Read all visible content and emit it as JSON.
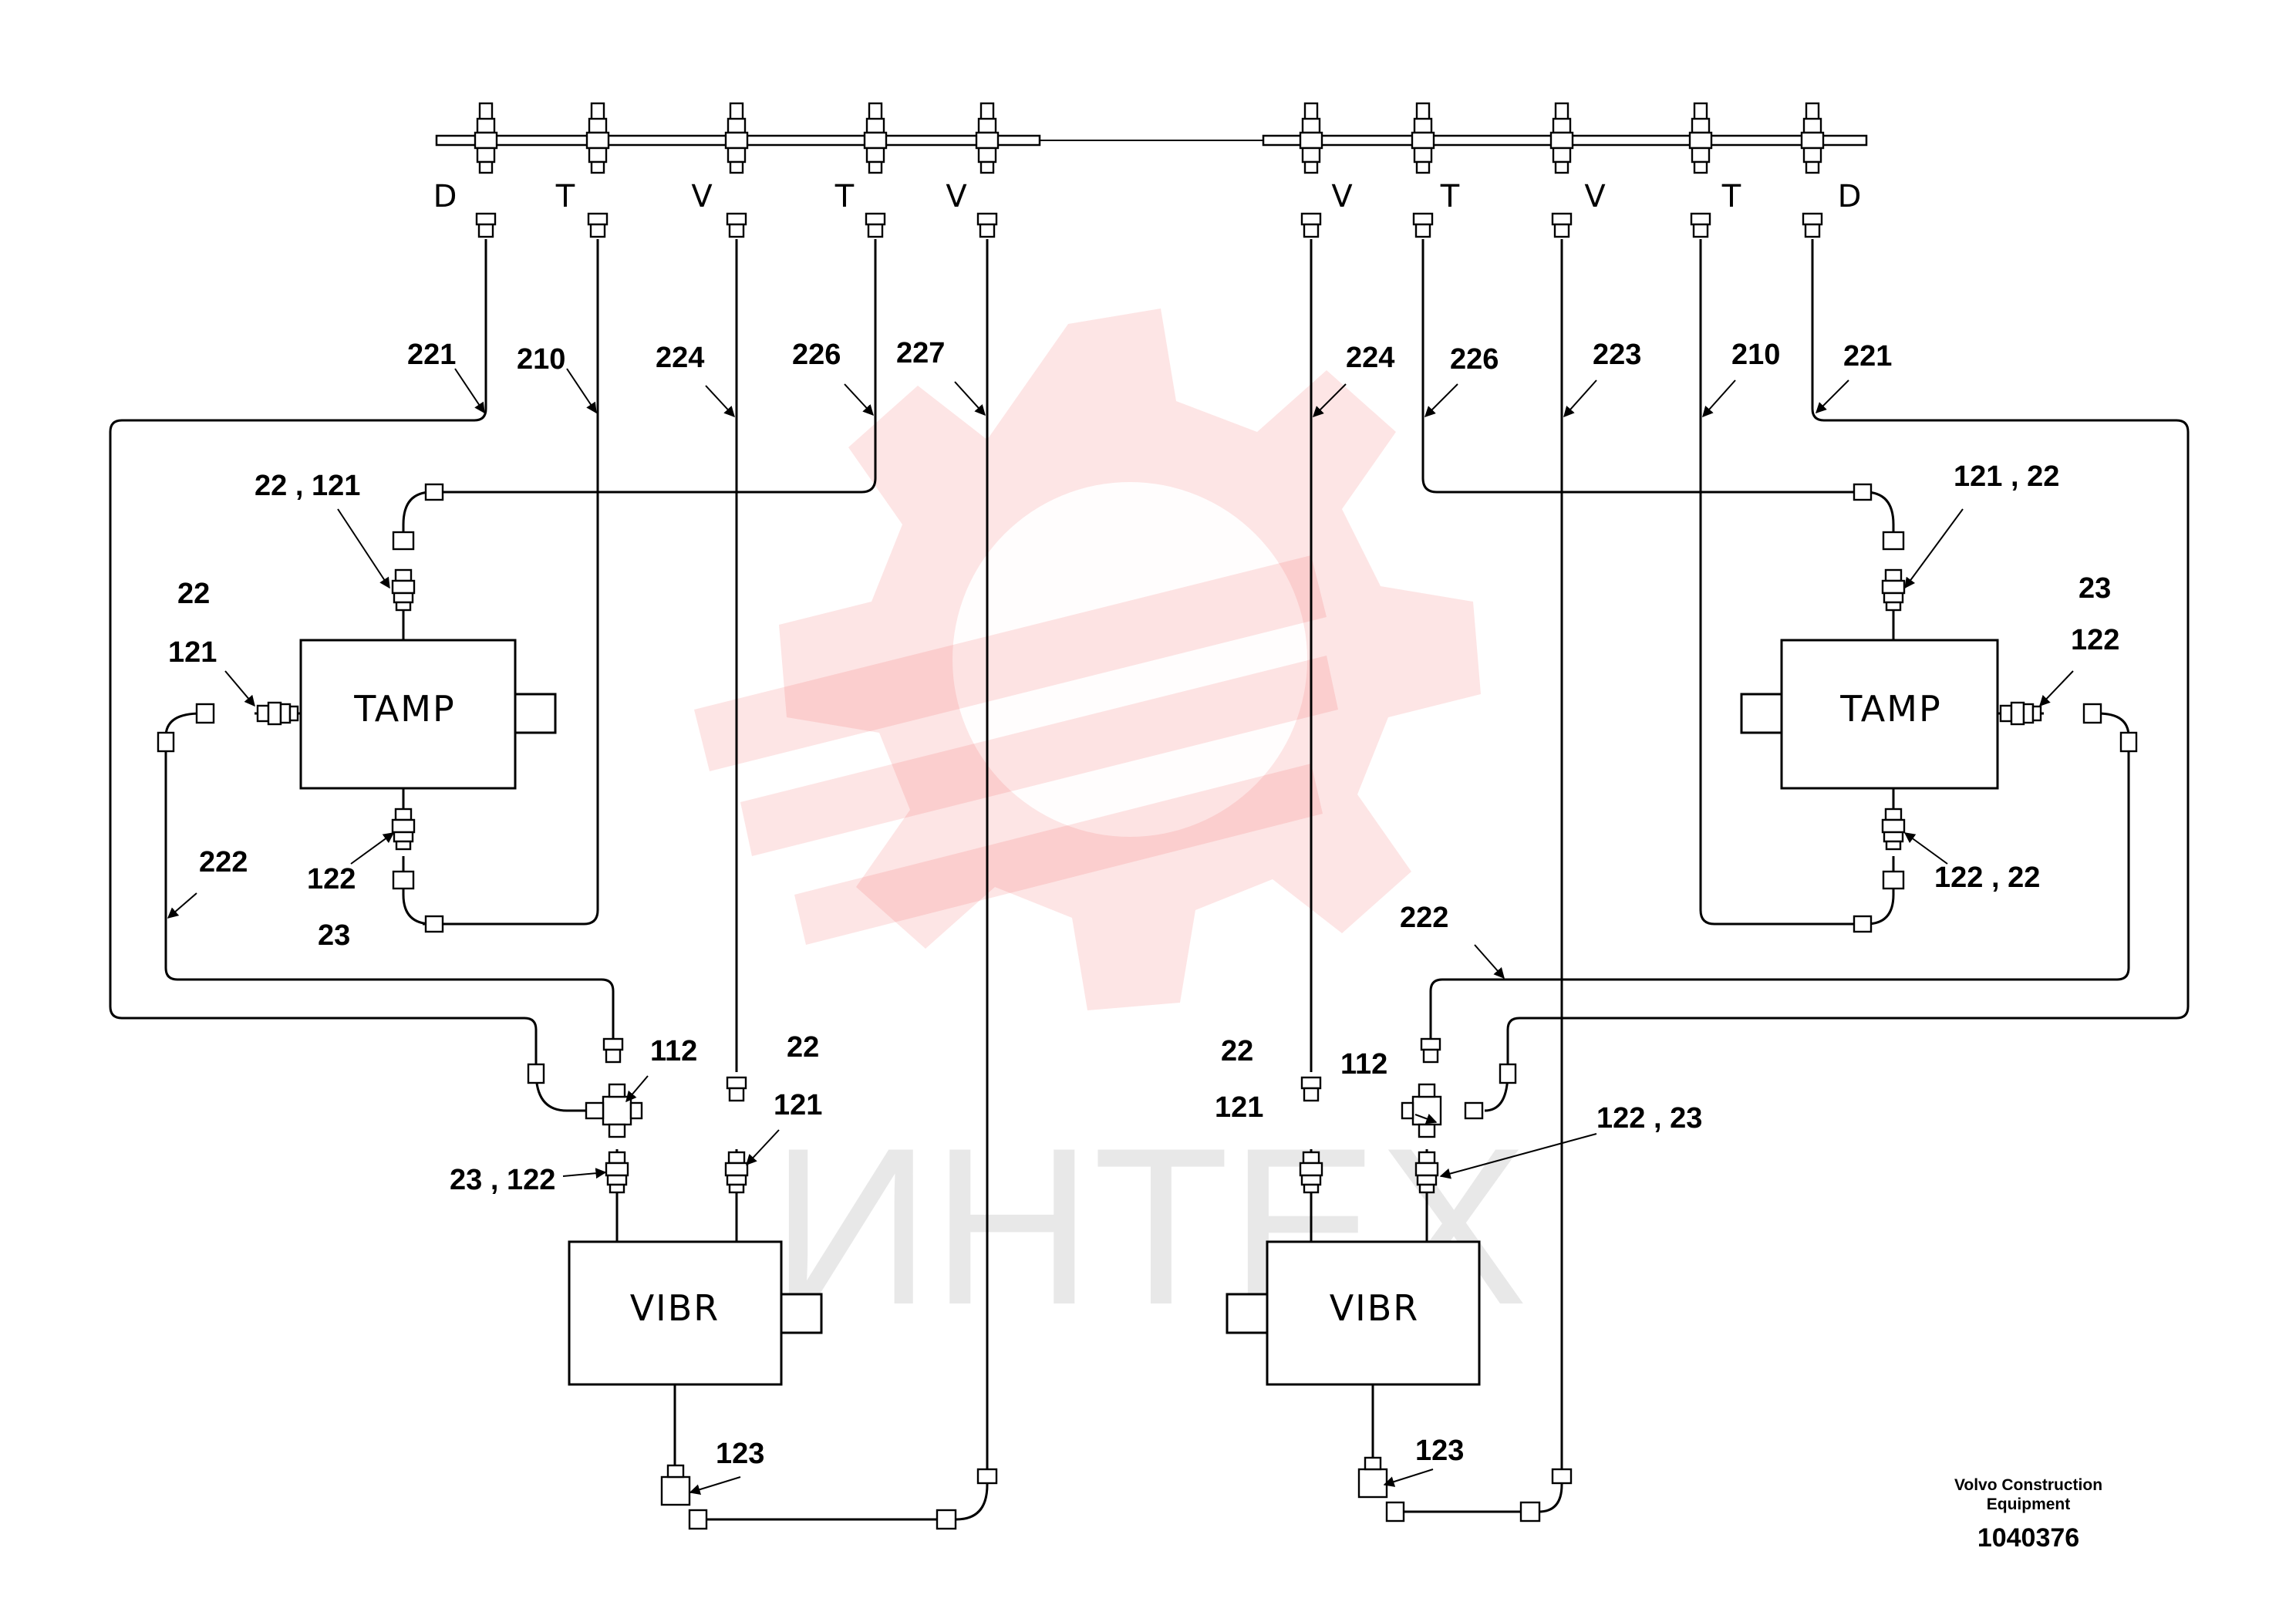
{
  "watermark": {
    "text": "ИНТЕХ"
  },
  "port_labels": [
    "D",
    "T",
    "V",
    "T",
    "V",
    "V",
    "T",
    "V",
    "T",
    "D"
  ],
  "components": {
    "tamp_left": "TAMP",
    "tamp_right": "TAMP",
    "vibr_left": "VIBR",
    "vibr_right": "VIBR"
  },
  "callouts": {
    "l_221": "221",
    "l_210": "210",
    "l_224": "224",
    "l_226": "226",
    "l_227": "227",
    "l_22_121": "22 , 121",
    "l_22a": "22",
    "l_121a": "121",
    "l_222": "222",
    "l_122a": "122",
    "l_23a": "23",
    "l_112": "112",
    "l_22b": "22",
    "l_121b": "121",
    "l_23_122": "23 , 122",
    "l_123": "123",
    "r_224": "224",
    "r_226": "226",
    "r_223": "223",
    "r_210": "210",
    "r_221": "221",
    "r_121_22": "121 , 22",
    "r_23": "23",
    "r_122": "122",
    "r_122_22": "122 ,  22",
    "r_222": "222",
    "r_22": "22",
    "r_121": "121",
    "r_112": "112",
    "r_122_23": "122 , 23",
    "r_123": "123"
  },
  "title_block": {
    "maker_line1": "Volvo Construction",
    "maker_line2": "Equipment",
    "part_number": "1040376"
  }
}
